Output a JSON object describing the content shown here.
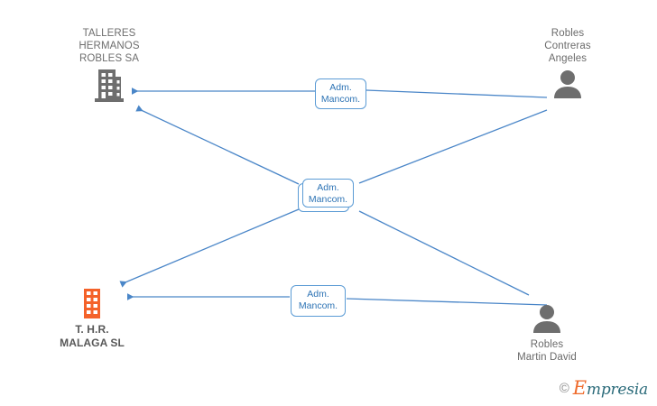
{
  "diagram": {
    "type": "corporate-relationship-graph",
    "background_color": "#ffffff",
    "edge_color": "#5b9bd5",
    "nodes": [
      {
        "id": "talleres-hermanos-robles-sa",
        "kind": "company",
        "icon": "building-icon",
        "icon_color": "#6e6e6e",
        "label": "TALLERES\nHERMANOS\nROBLES SA",
        "label_position": "above-icon"
      },
      {
        "id": "robles-contreras-angeles",
        "kind": "person",
        "icon": "person-icon",
        "icon_color": "#6e6e6e",
        "label": "Robles\nContreras\nAngeles",
        "label_position": "above-icon"
      },
      {
        "id": "thr-malaga-sl",
        "kind": "company",
        "icon": "building-icon",
        "icon_color": "#f4622a",
        "label": "T. H.R.\nMALAGA SL",
        "label_position": "below-icon"
      },
      {
        "id": "robles-martin-david",
        "kind": "person",
        "icon": "person-icon",
        "icon_color": "#6e6e6e",
        "label": "Robles\nMartin David",
        "label_position": "below-icon"
      }
    ],
    "edges": [
      {
        "id": "edge-angeles-to-talleres",
        "from": "robles-contreras-angeles",
        "to": "talleres-hermanos-robles-sa",
        "label": "Adm.\nMancom.",
        "arrow": "to"
      },
      {
        "id": "edge-angeles-to-malaga",
        "from": "robles-contreras-angeles",
        "to": "thr-malaga-sl",
        "label": "Adm.\nMancom.",
        "arrow": "to"
      },
      {
        "id": "edge-david-to-talleres",
        "from": "robles-martin-david",
        "to": "talleres-hermanos-robles-sa",
        "label": "Adm.\nMancom.",
        "arrow": "to"
      },
      {
        "id": "edge-david-to-malaga",
        "from": "robles-martin-david",
        "to": "thr-malaga-sl",
        "label": "Adm.\nMancom.",
        "arrow": "to"
      }
    ],
    "connector_labels": {
      "top": "Adm.\nMancom.",
      "center": "Adm.\nMancom.",
      "bottom": "Adm.\nMancom."
    }
  },
  "watermark": {
    "copyright": "©",
    "brand_initial": "E",
    "brand_rest": "mpresia"
  }
}
